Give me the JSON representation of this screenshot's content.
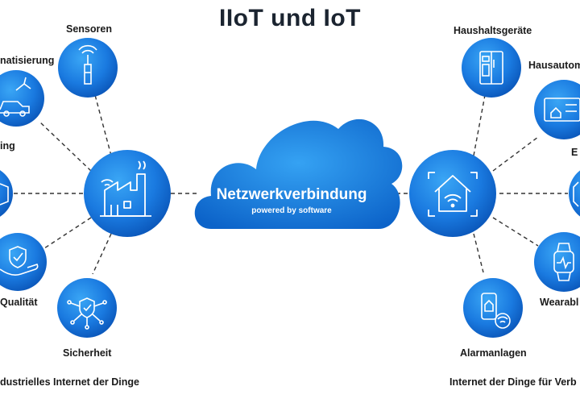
{
  "title": "IIoT und IoT",
  "cloud": {
    "title": "Netzwerkverbindung",
    "subtitle": "powered by software"
  },
  "iiot": {
    "caption": "dustrielles Internet der Dinge",
    "nodes": [
      "Sensoren",
      "natisierung",
      "ing",
      "Qualität",
      "Sicherheit"
    ]
  },
  "iot": {
    "caption": "Internet der Dinge für Verb",
    "nodes": [
      "Haushaltsgeräte",
      "Hausautom",
      "E",
      "Wearabl",
      "Alarmanlagen"
    ]
  },
  "icons": {
    "iiot_hub": "factory-icon",
    "iot_hub": "smart-home-icon",
    "sensoren": "sensor-antenna-icon",
    "automatisierung": "robot-arm-car-icon",
    "monitoring": "monitor-icon",
    "qualitaet": "shield-hand-icon",
    "sicherheit": "shield-network-icon",
    "haushaltsgeraete": "fridge-icon",
    "hausautomation": "thermostat-icon",
    "energie": "energy-icon",
    "wearables": "smartwatch-icon",
    "alarmanlagen": "phone-home-alarm-icon"
  },
  "colors": {
    "circle_light": "#2f9af0",
    "circle_dark": "#0a55b8",
    "line": "#333333"
  }
}
